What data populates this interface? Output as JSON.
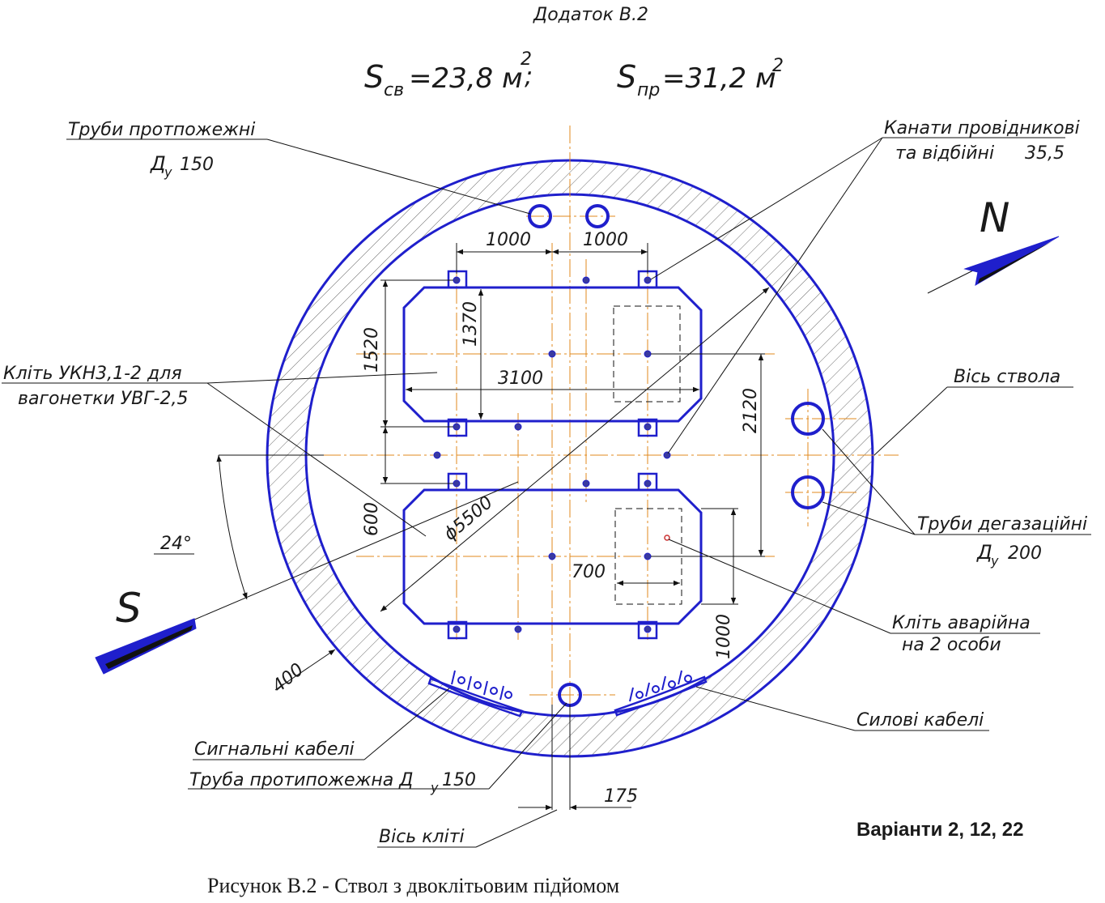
{
  "header": {
    "appendix": "Додаток В.2",
    "s_clear_symbol": "S",
    "s_clear_sub": "св",
    "s_clear_value": "=23,8 м",
    "s_clear_sup": "2",
    "s_clear_sep": ";",
    "s_raw_symbol": "S",
    "s_raw_sub": "пр",
    "s_raw_value": "=31,2 м",
    "s_raw_sup": "2"
  },
  "labels": {
    "fire_pipes": "Труби протпожежні",
    "fire_pipes_dn": "Д",
    "fire_pipes_dn_sub": "у",
    "fire_pipes_dn_val": "150",
    "ropes_1": "Канати провідникові",
    "ropes_2": "та відбійні",
    "ropes_val": "35,5",
    "cage_1": "Кліть  УКН3,1-2  для",
    "cage_2": "вагонетки  УВГ-2,5",
    "shaft_axis": "Вісь ствола",
    "degas_pipes": "Труби дегазаційні",
    "degas_dn": "Д",
    "degas_dn_sub": "у",
    "degas_dn_val": "200",
    "emergency_1": "Кліть аварійна",
    "emergency_2": "на 2 особи",
    "power_cables": "Силові кабелі",
    "signal_cables": "Сигнальні кабелі",
    "fire_pipe_single": "Труба протипожежна  Д",
    "fire_pipe_single_sub": "у",
    "fire_pipe_single_val": "150",
    "cage_axis": "Вісь кліті",
    "north": "N",
    "south": "S"
  },
  "dimensions": {
    "d1000a": "1000",
    "d1000b": "1000",
    "d1370": "1370",
    "d1520": "1520",
    "d3100": "3100",
    "d2120": "2120",
    "d600": "600",
    "d5500": "ϕ5500",
    "d700": "700",
    "d1000c": "1000",
    "d400": "400",
    "d175": "175",
    "angle": "24°"
  },
  "footer": {
    "variants": "Варіанти  2, 12, 22",
    "caption": "Рисунок В.2 - Ствол з двоклітьовим підйомом"
  },
  "colors": {
    "outline": "#1f1fcc",
    "axis": "#e08a1e",
    "text": "#1a1a1a"
  }
}
